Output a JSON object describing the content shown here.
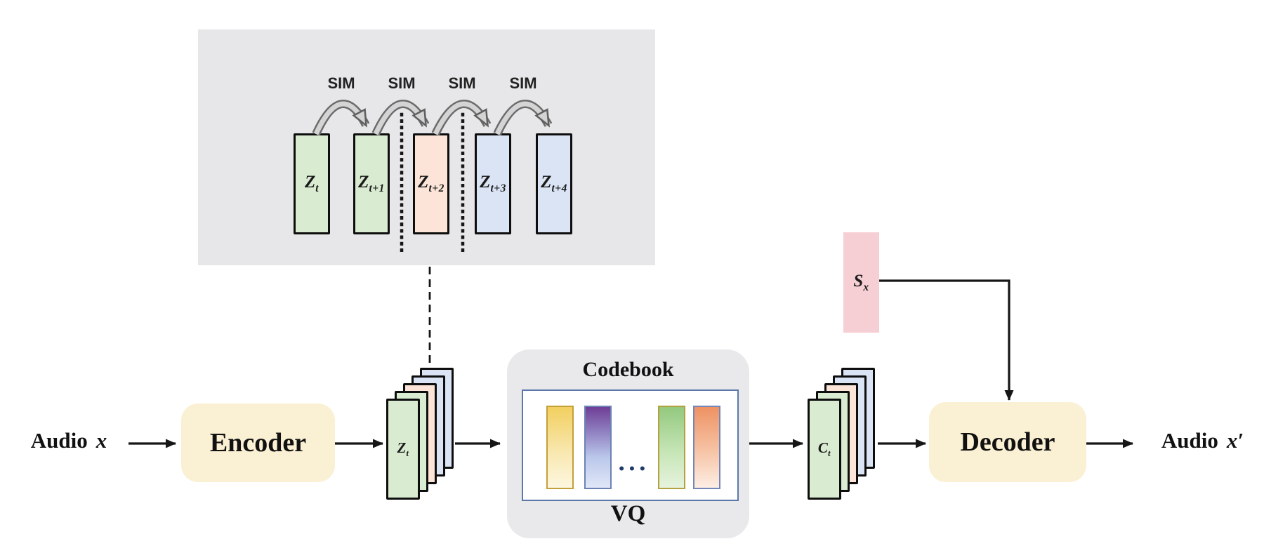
{
  "colors": {
    "panel_gray": "#e7e6e8",
    "codebook_gray": "#e9e8ea",
    "frame_green": "#d9ecd1",
    "frame_peach": "#fce5d8",
    "frame_blue": "#dbe4f4",
    "block_yellow": "#faf0d3",
    "speaker_pink": "#f6cfd4",
    "codebook_border_blue": "#5b78a8",
    "codebook_gold_border": "#c4a03a",
    "arrow_black": "#161616",
    "sim_arrow_gray": "#c9c9c9",
    "dots_navy": "#203a69"
  },
  "sim_panel": {
    "sim_labels": [
      "SIM",
      "SIM",
      "SIM",
      "SIM"
    ],
    "frames": [
      {
        "base": "Z",
        "sub": "t"
      },
      {
        "base": "Z",
        "sub": "t+1"
      },
      {
        "base": "Z",
        "sub": "t+2"
      },
      {
        "base": "Z",
        "sub": "t+3"
      },
      {
        "base": "Z",
        "sub": "t+4"
      }
    ]
  },
  "flow": {
    "input": {
      "word": "Audio",
      "symbol": "x"
    },
    "encoder_label": "Encoder",
    "latent_stack": {
      "base": "Z",
      "sub": "t"
    },
    "codebook": {
      "title": "Codebook",
      "bottom_label": "VQ",
      "ellipsis": "•••"
    },
    "code_stack": {
      "base": "C",
      "sub": "t"
    },
    "speaker_embedding": {
      "base": "S",
      "sub": "x"
    },
    "decoder_label": "Decoder",
    "output": {
      "word": "Audio",
      "symbol": "x′"
    }
  }
}
